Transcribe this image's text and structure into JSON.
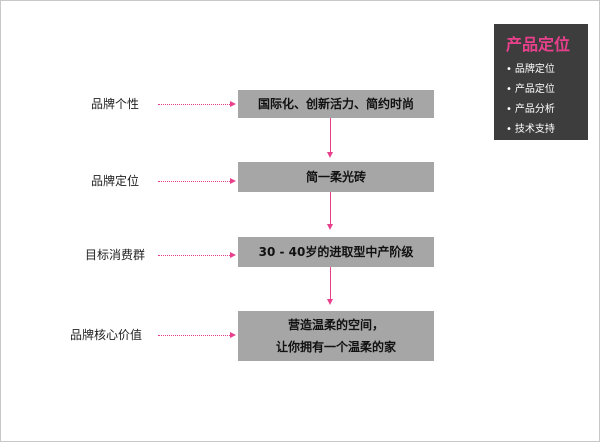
{
  "panel": {
    "title": "产品定位",
    "items": [
      {
        "bullet": "•",
        "label": "品牌定位"
      },
      {
        "bullet": "•",
        "label": "产品定位"
      },
      {
        "bullet": "•",
        "label": "产品分析"
      },
      {
        "bullet": "•",
        "label": "技术支持"
      }
    ]
  },
  "rows": [
    {
      "label": "品牌个性",
      "box_lines": [
        "国际化、创新活力、简约时尚"
      ]
    },
    {
      "label": "品牌定位",
      "box_lines": [
        "简一柔光砖"
      ]
    },
    {
      "label": "目标消费群",
      "box_lines": [
        "30 - 40岁的进取型中产阶级"
      ]
    },
    {
      "label": "品牌核心价值",
      "box_lines": [
        "营造温柔的空间，",
        "让你拥有一个温柔的家"
      ]
    }
  ],
  "colors": {
    "accent": "#e8408c",
    "box": "#a6a6a6",
    "panel": "#3d3d3d"
  }
}
